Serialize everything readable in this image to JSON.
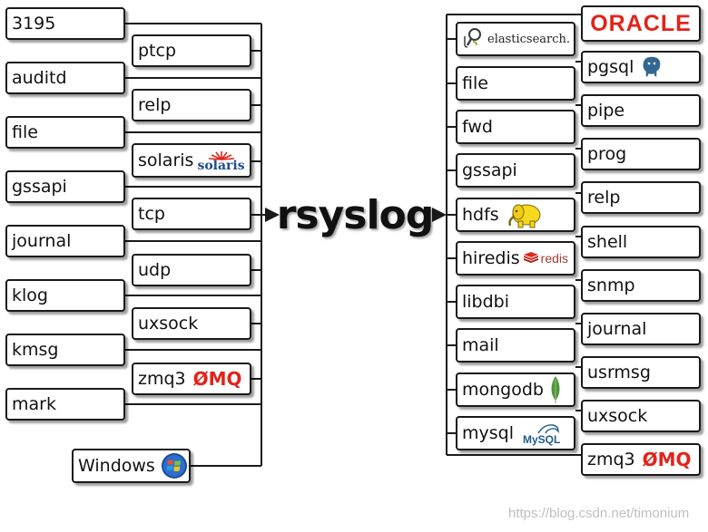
{
  "center": "rsyslog",
  "inputs": {
    "outer": [
      "3195",
      "auditd",
      "file",
      "gssapi",
      "journal",
      "klog",
      "kmsg",
      "mark"
    ],
    "inner": [
      "ptcp",
      "relp",
      "solaris",
      "tcp",
      "udp",
      "uxsock",
      "zmq3"
    ],
    "windows": "Windows"
  },
  "outputs": {
    "inner": [
      "file",
      "fwd",
      "gssapi",
      "hdfs",
      "hiredis",
      "libdbi",
      "mail",
      "mongodb",
      "mysql"
    ],
    "outer": [
      "pgsql",
      "pipe",
      "prog",
      "relp",
      "shell",
      "snmp",
      "journal",
      "usrmsg",
      "uxsock",
      "zmq3"
    ]
  },
  "logos": {
    "oracle": "ORACLE",
    "zmq": "ØMQ",
    "solaris": "solaris",
    "elasticsearch": "elasticsearch.",
    "redis": "redis",
    "mysql": "MySQL"
  },
  "watermark": "https://blog.csdn.net/timonium",
  "colors": {
    "line": "#1a1a1a",
    "oracle": "#e2231a",
    "zmq": "#e2231a",
    "solaris": "#1c4c8c",
    "redis": "#a23c32",
    "hdfs": "#f6d81e",
    "mongodb": "#4a9a3a",
    "pgsql": "#336791"
  }
}
